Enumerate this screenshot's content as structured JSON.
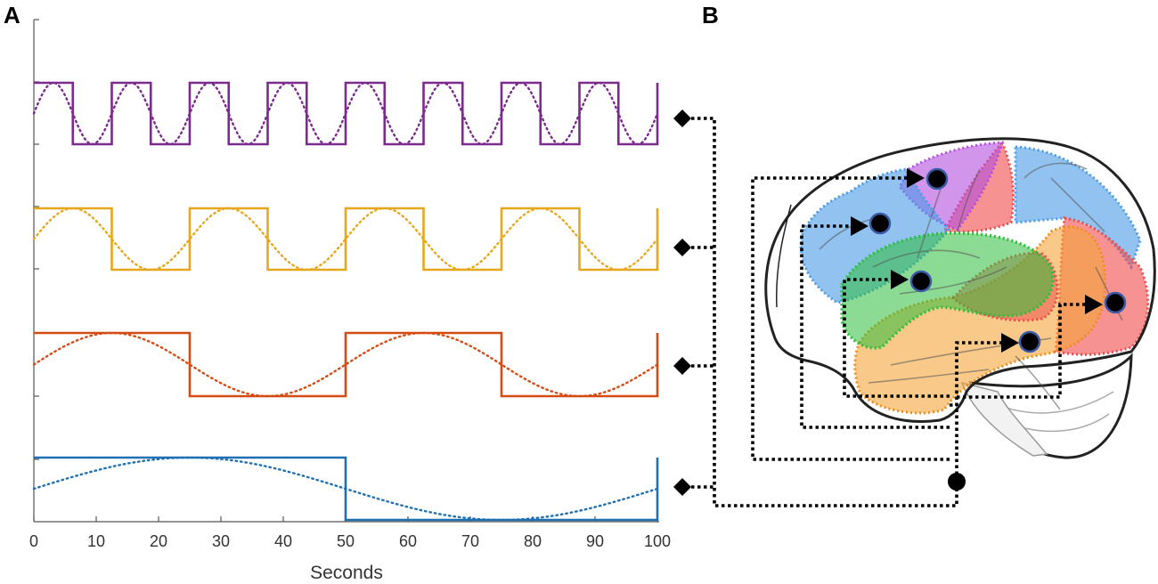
{
  "panels": {
    "a": {
      "label": "A"
    },
    "b": {
      "label": "B"
    }
  },
  "chart_data": {
    "type": "line",
    "xlabel": "Seconds",
    "xlim": [
      0,
      100
    ],
    "xticks": [
      0,
      10,
      20,
      30,
      40,
      50,
      60,
      70,
      80,
      90,
      100
    ],
    "grid": false,
    "legend": "none",
    "series": [
      {
        "color": "#7B2A8E",
        "period_s": 12.5,
        "square": "solid",
        "sine": "dotted",
        "high_first": true
      },
      {
        "color": "#E6A81A",
        "period_s": 25,
        "square": "solid",
        "sine": "dotted",
        "high_first": true
      },
      {
        "color": "#D44B13",
        "period_s": 50,
        "square": "solid",
        "sine": "dotted",
        "high_first": true
      },
      {
        "color": "#1F6FB3",
        "period_s": 100,
        "square": "solid",
        "sine": "dotted",
        "high_first": true
      }
    ]
  },
  "diagram": {
    "connector_style": "dotted",
    "connector_color": "#000000",
    "regions": [
      {
        "name": "motor-region",
        "color": "#B44FE0"
      },
      {
        "name": "frontal-region",
        "color": "#4A9BE6"
      },
      {
        "name": "parietal-region",
        "color": "#4A9BE6"
      },
      {
        "name": "insula-region",
        "color": "#2DBE3C"
      },
      {
        "name": "temporal-region",
        "color": "#F3A53B"
      },
      {
        "name": "occipital-region",
        "color": "#F04A4A"
      },
      {
        "name": "central-red-region",
        "color": "#F04A4A"
      }
    ]
  }
}
